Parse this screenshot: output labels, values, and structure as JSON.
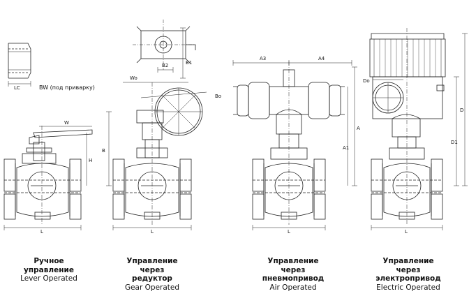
{
  "bw_note": "BW (под приварку)",
  "labels": {
    "lc": "LC",
    "b2": "B2",
    "b1": "B1",
    "w": "W",
    "h": "H",
    "l": "L",
    "wo": "Wo",
    "bo": "Bo",
    "b": "B",
    "a3": "A3",
    "a4": "A4",
    "a": "A",
    "a1": "A1",
    "do": "Do",
    "d": "D",
    "d1": "D1"
  },
  "captions": [
    {
      "ru": "Ручное управление",
      "en": "Lever Operated"
    },
    {
      "ru": "Управление через редуктор",
      "en": "Gear Operated"
    },
    {
      "ru": "Управление через пневмопривод",
      "en": "Air Operated"
    },
    {
      "ru": "Управление через электропривод",
      "en": "Electric Operated"
    }
  ]
}
